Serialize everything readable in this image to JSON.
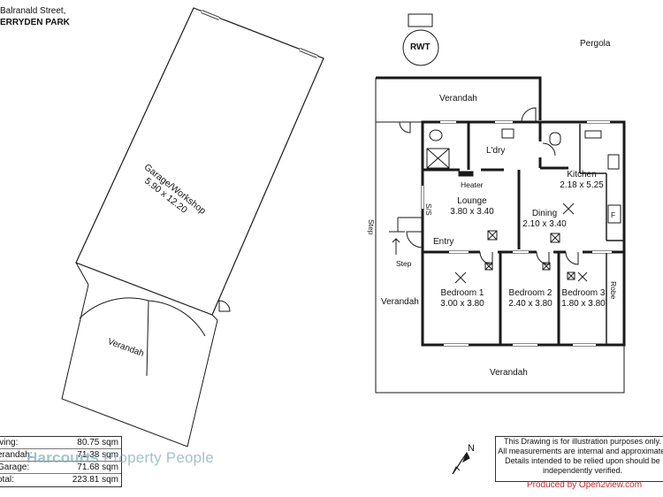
{
  "address": {
    "line1": "Balranald Street,",
    "line2": "ERRYDEN PARK"
  },
  "labels": {
    "garage_name": "Garage/Workshop",
    "garage_dims": "5.90 x 12.20",
    "garage_verandah": "Verandah",
    "rwt": "RWT",
    "pergola": "Pergola",
    "verandah_top": "Verandah",
    "verandah_left": "Verandah",
    "verandah_bottom": "Verandah",
    "laundry": "L'dry",
    "heater": "Heater",
    "lounge_name": "Lounge",
    "lounge_dims": "3.80 x 3.40",
    "kitchen_name": "Kitchen",
    "kitchen_dims": "2.18 x 5.25",
    "dining_name": "Dining",
    "dining_dims": "2.10 x 3.40",
    "entry": "Entry",
    "ss": "S/S",
    "fridge": "F",
    "step_vertical": "Step",
    "step": "Step",
    "bed1_name": "Bedroom 1",
    "bed1_dims": "3.00 x 3.80",
    "bed2_name": "Bedroom 2",
    "bed2_dims": "2.40 x 3.80",
    "bed3_name": "Bedroom 3",
    "bed3_dims": "1.80 x 3.80",
    "robe": "Robe",
    "north": "N"
  },
  "areas": [
    {
      "label": "iving:",
      "value": "80.75 sqm"
    },
    {
      "label": "erandah:",
      "value": "71.38 sqm"
    },
    {
      "label": "Garage:",
      "value": "71.68 sqm"
    },
    {
      "label": "otal:",
      "value": "223.81 sqm"
    }
  ],
  "watermark": {
    "brand": "Harcourts",
    "text": " Property People"
  },
  "disclaimer": {
    "line1": "This Drawing is for illustration purposes only.",
    "line2": "All measurements are internal and approximate.",
    "line3": "Details intended to be relied upon should be",
    "line4": "independently verified."
  },
  "produced_by": "Produced by Open2view.com",
  "colors": {
    "wall": "#1a1a1a",
    "produced": "#c0262d",
    "watermark": "#7aaab8"
  }
}
